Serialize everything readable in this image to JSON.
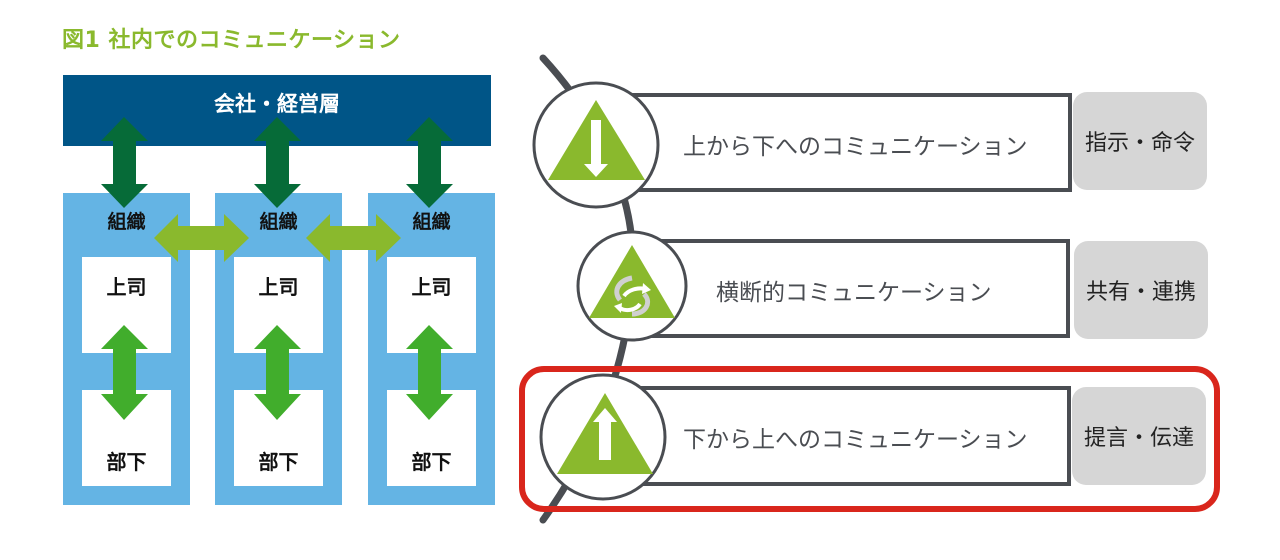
{
  "title": "図1 社内でのコミュニケーション",
  "left_diagram": {
    "top_label": "会社・経営層",
    "columns": [
      {
        "label": "組織",
        "boss": "上司",
        "subordinate": "部下"
      },
      {
        "label": "組織",
        "boss": "上司",
        "subordinate": "部下"
      },
      {
        "label": "組織",
        "boss": "上司",
        "subordinate": "部下"
      }
    ]
  },
  "right_diagram": {
    "rows": [
      {
        "label": "上から下へのコミュニケーション",
        "tag": "指示・命令",
        "icon": "arrow-down-icon",
        "highlighted": false
      },
      {
        "label": "横断的コミュニケーション",
        "tag": "共有・連携",
        "icon": "cycle-arrows-icon",
        "highlighted": false
      },
      {
        "label": "下から上へのコミュニケーション",
        "tag": "提言・伝達",
        "icon": "arrow-up-icon",
        "highlighted": true
      }
    ]
  },
  "colors": {
    "title_green": "#8ab92d",
    "header_blue": "#005587",
    "column_blue": "#64b4e4",
    "dark_green_arrow": "#066b38",
    "lime_arrow": "#8ab92d",
    "bright_green_arrow": "#41ad2c",
    "outline_gray": "#4a4d52",
    "tag_gray": "#d6d6d6",
    "highlight_red": "#d9261c"
  }
}
